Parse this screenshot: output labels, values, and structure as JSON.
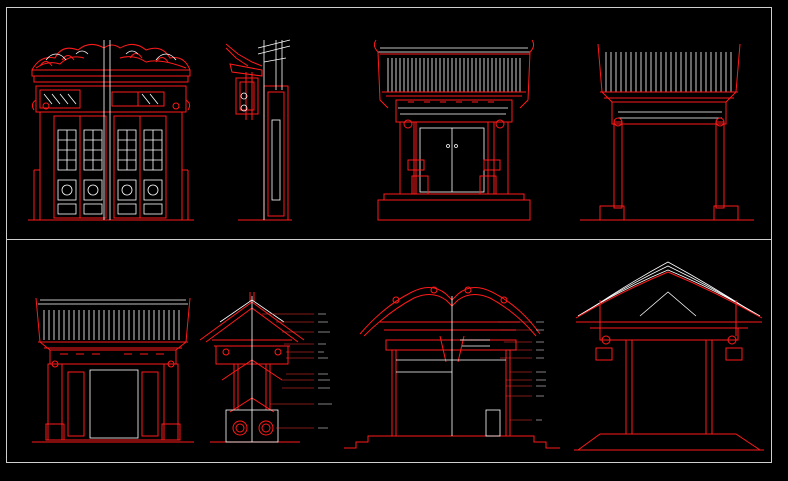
{
  "colors": {
    "background": "#000000",
    "frame": "#cfcfcf",
    "primary": "#ff1a1a",
    "secondary": "#ffffff",
    "leader": "#ff3333"
  },
  "sheet": {
    "drawings_top": [
      "gate-door-elevation",
      "gate-side-section",
      "gate-front-elevation",
      "gate-frame-elevation"
    ],
    "drawings_bottom": [
      "gate-wall-elevation",
      "gate-cross-section-labeled",
      "gate-long-section",
      "gate-roof-section"
    ]
  }
}
